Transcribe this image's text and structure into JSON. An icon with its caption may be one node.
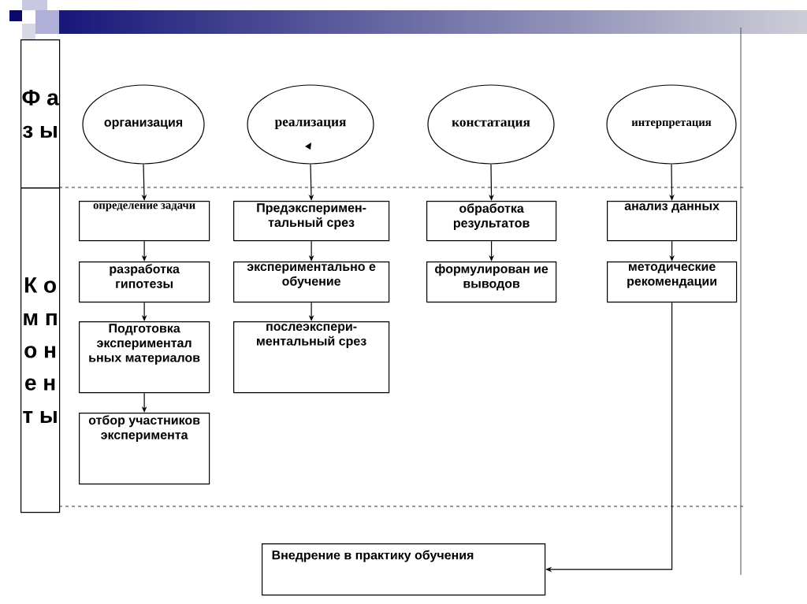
{
  "diagram": {
    "nodes": [
      {
        "text": [
          "Ф а з ы"
        ]
      },
      {
        "text": [
          "К о м п о н е н т ы"
        ]
      },
      {
        "text": [
          "организация"
        ]
      },
      {
        "text": [
          "реализация"
        ]
      },
      {
        "text": [
          "констатация"
        ]
      },
      {
        "text": [
          "интерпретация"
        ]
      },
      {
        "text": [
          "определение задачи"
        ]
      },
      {
        "text": [
          "разработка гипотезы"
        ]
      },
      {
        "text": [
          "Подготовка экспериментал ьных материалов"
        ]
      },
      {
        "text": [
          "отбор участников эксперимента"
        ]
      },
      {
        "text": [
          "Предэксперимен- тальный срез"
        ]
      },
      {
        "text": [
          "экспериментально е обучение"
        ]
      },
      {
        "text": [
          "послеэкспери- ментальный срез"
        ]
      },
      {
        "text": [
          "обработка результатов"
        ]
      },
      {
        "text": [
          "формулирован ие выводов"
        ]
      },
      {
        "text": [
          "анализ данных"
        ]
      },
      {
        "text": [
          "методические рекомендации"
        ]
      },
      {
        "text": [
          "Внедрение в практику обучения"
        ]
      }
    ],
    "edges": [
      {
        "from": 2,
        "to": 6,
        "arrow": "to"
      },
      {
        "from": 6,
        "to": 7,
        "arrow": "to"
      },
      {
        "from": 7,
        "to": 8,
        "arrow": "to"
      },
      {
        "from": 8,
        "to": 9,
        "arrow": "to"
      },
      {
        "from": 3,
        "to": 10,
        "arrow": "to"
      },
      {
        "from": 10,
        "to": 11,
        "arrow": "to"
      },
      {
        "from": 11,
        "to": 12,
        "arrow": "to"
      },
      {
        "from": 4,
        "to": 13,
        "arrow": "to"
      },
      {
        "from": 13,
        "to": 14,
        "arrow": "to"
      },
      {
        "from": 5,
        "to": 15,
        "arrow": "to"
      },
      {
        "from": 15,
        "to": 16,
        "arrow": "to"
      },
      {
        "from": 16,
        "to": 17,
        "arrow": "to"
      }
    ]
  }
}
